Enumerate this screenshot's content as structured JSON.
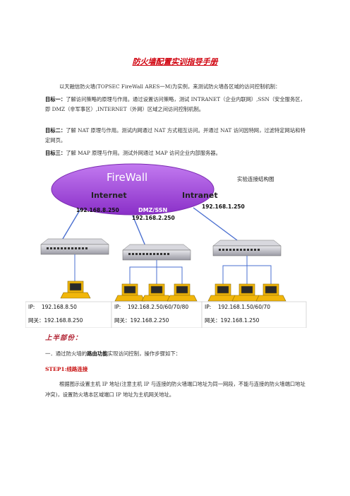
{
  "doc": {
    "title": "防火墙配置实训指导手册",
    "intro": "以天融信防火墙(TOPSEC FireWall ARES一M)为实例，来测试防火墙各区域的访问控制机制：",
    "goal1_label": "目标一：",
    "goal1_text": "了解访问策略的原理与作用。通过设置访问策略，测试 INTRANET（企业内联网）,SSN（安全服务区，即 DMZ（非军事区）,INTERNET（外网）区域之间访问控制机制。",
    "goal2_label": "目标二：",
    "goal2_text": "了解 NAT 原理与作用。测试内网通过 NAT 方式相互访问。并通过 NAT 访问因特网，过滤特定网站和特定网页。",
    "goal3_label": "目标三：",
    "goal3_text": "了解 MAP 原理与作用。测试外网通过 MAP 访问企业内部服务器。"
  },
  "diagram": {
    "firewall_label": "FireWall",
    "internet_label": "Internet",
    "intranet_label": "Intranet",
    "dmz_label": "DMZ/SSN",
    "caption": "实验连接结构图",
    "ip_internet": "192.168.8.250",
    "ip_dmz": "192.168.2.250",
    "ip_intranet": "192.168.1.250",
    "box_left_ip_label": "IP:",
    "box_left_ip": "192.168.8.50",
    "box_left_gw_label": "网关：",
    "box_left_gw": "192.168.8.250",
    "box_mid_ip_label": "IP:",
    "box_mid_ip": "192.168.2.50/60/70/80",
    "box_mid_gw_label": "网关：",
    "box_mid_gw": "192.168.2.250",
    "box_right_ip_label": "IP:",
    "box_right_ip": "192.168.1.50/60/70",
    "box_right_gw_label": "网关：",
    "box_right_gw": "192.168.1.250"
  },
  "section": {
    "title": "上半部份：",
    "step_desc_prefix": "一．通过防火墙的",
    "step_desc_bold": "路由功能",
    "step_desc_suffix": "实现访问控制，操作步骤如下：",
    "step1_title": "STEP1:线路连接",
    "step1_body": "根据图示设置主机 IP 地址(注意主机 IP 与连接的防火墙端口地址为同一网段，不能与连接的防火墙端口地址冲突)，设置防火墙本区域端口 IP 地址为主机网关地址。"
  },
  "colors": {
    "title_red": "#d0000c",
    "firewall_purple": "#9a2fd0",
    "ip_box_border": "#cfcfcf"
  }
}
